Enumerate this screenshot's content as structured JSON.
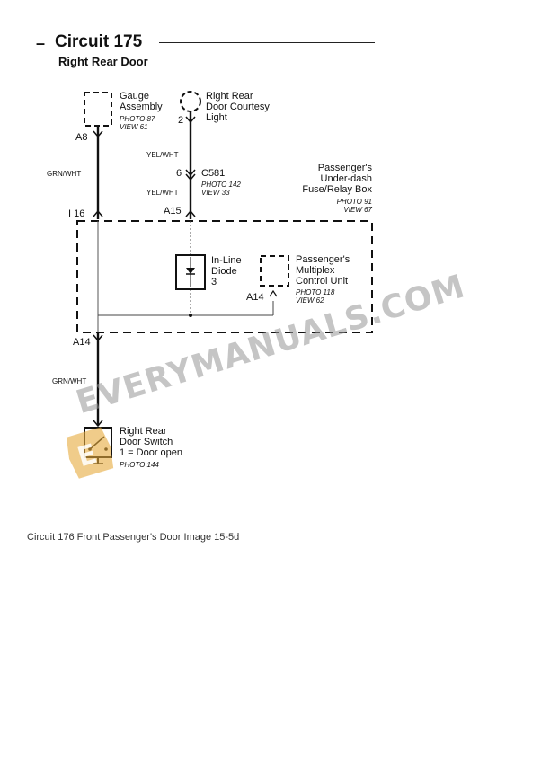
{
  "header": {
    "dash": "–",
    "title": "Circuit 175",
    "subtitle": "Right Rear Door"
  },
  "components": {
    "gauge": {
      "name_1": "Gauge",
      "name_2": "Assembly",
      "photo": "PHOTO 87",
      "view": "VIEW 61"
    },
    "courtesy_light": {
      "name_1": "Right Rear",
      "name_2": "Door Courtesy",
      "name_3": "Light",
      "pin": "2"
    },
    "fuse_box": {
      "name_1": "Passenger's",
      "name_2": "Under-dash",
      "name_3": "Fuse/Relay Box",
      "photo": "PHOTO 91",
      "view": "VIEW 67"
    },
    "connector": {
      "pin": "6",
      "name": "C581",
      "photo": "PHOTO 142",
      "view": "VIEW 33"
    },
    "diode": {
      "name_1": "In-Line",
      "name_2": "Diode",
      "name_3": "3"
    },
    "multiplex": {
      "name_1": "Passenger's",
      "name_2": "Multiplex",
      "name_3": "Control Unit",
      "photo": "PHOTO 118",
      "view": "VIEW 62",
      "pin": "A14"
    },
    "door_switch": {
      "name_1": "Right Rear",
      "name_2": "Door Switch",
      "name_3": "1 = Door open",
      "photo": "PHOTO 144"
    }
  },
  "wires": {
    "a8": "A8",
    "yel_wht_1": "YEL/WHT",
    "yel_wht_2": "YEL/WHT",
    "grn_wht_1": "GRN/WHT",
    "grn_wht_2": "GRN/WHT",
    "i16": "I 16",
    "a15": "A15",
    "a14": "A14"
  },
  "watermark": "EVERYMANUALS.COM",
  "caption": "Circuit 176 Front Passenger's Door Image 15-5d"
}
